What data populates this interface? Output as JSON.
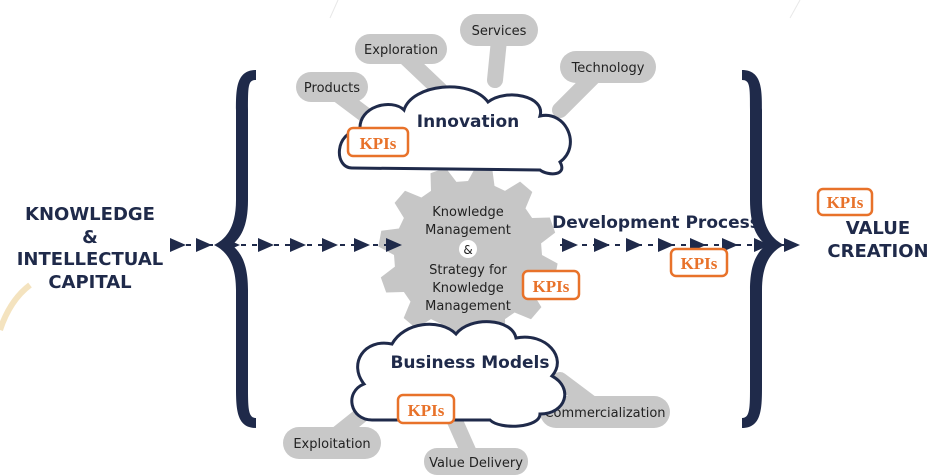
{
  "left": {
    "lines": [
      "KNOWLEDGE",
      "&",
      "INTELLECTUAL",
      "CAPITAL"
    ]
  },
  "right": {
    "lines": [
      "VALUE",
      "CREATION"
    ]
  },
  "innovation": {
    "title": "Innovation",
    "tags": [
      "Products",
      "Exploration",
      "Services",
      "Technology"
    ]
  },
  "gear": {
    "lines": [
      "Knowledge",
      "Management",
      "&",
      "Strategy for",
      "Knowledge",
      "Management"
    ]
  },
  "business": {
    "title": "Business Models",
    "tags": [
      "Exploitation",
      "Value Delivery",
      "Commercialization"
    ]
  },
  "process": {
    "title": "Development Process"
  },
  "kpi_label": "KPIs",
  "colors": {
    "navy": "#1f2a4a",
    "kpi": "#e8722a",
    "tag_fill": "#c8c8c8",
    "gear": "#c6c6c6"
  }
}
